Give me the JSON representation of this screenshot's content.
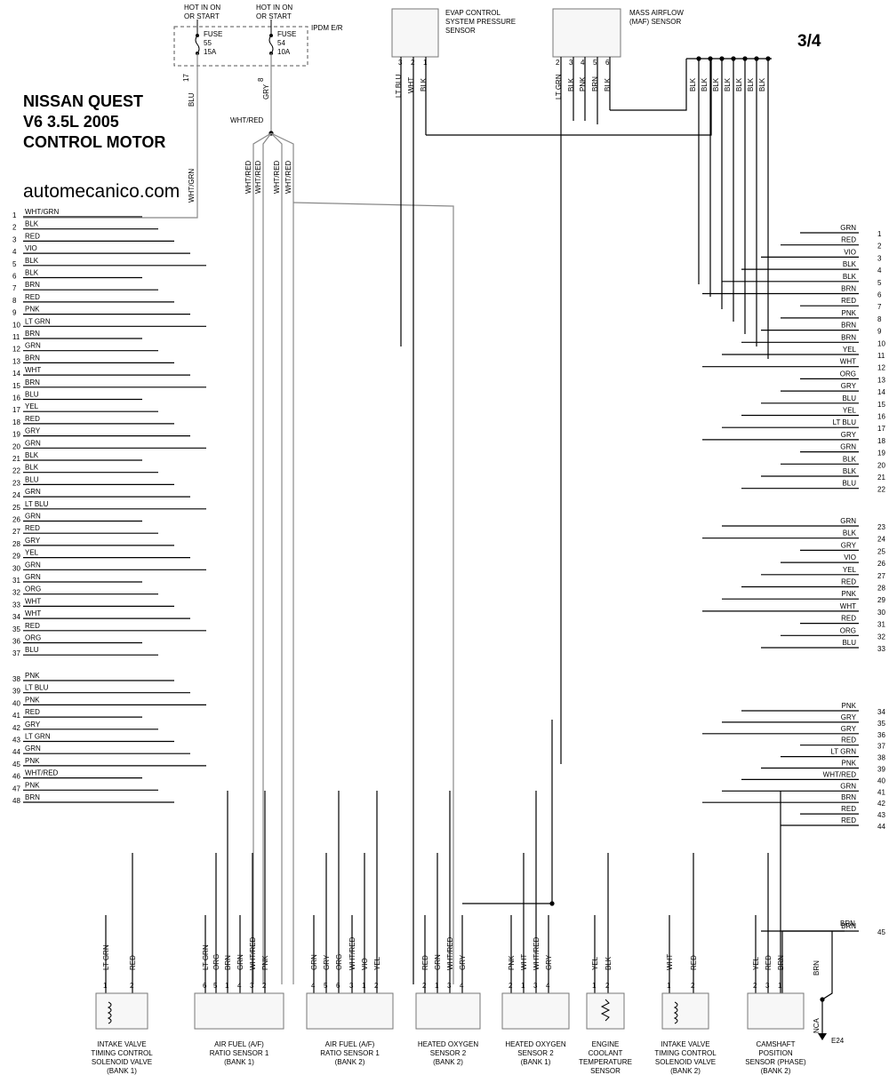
{
  "title": {
    "line1": "NISSAN QUEST",
    "line2": "V6 3.5L 2005",
    "line3": "CONTROL MOTOR"
  },
  "site": "automecanico.com",
  "page_indicator": "3/4",
  "power": {
    "hot_label_1": "HOT IN ON",
    "hot_label_2": "OR START",
    "fuse_label": "FUSE",
    "fuse1_no": "55",
    "fuse1_amp": "15A",
    "fuse2_no": "54",
    "fuse2_amp": "10A",
    "ipdm": "IPDM E/R",
    "pin17": "17",
    "pin8": "8",
    "wire_blu": "BLU",
    "wire_gry": "GRY",
    "wire_whtgrn": "WHT/GRN",
    "wire_whtred": "WHT/RED"
  },
  "left_pins": [
    {
      "n": "1",
      "c": "WHT/GRN"
    },
    {
      "n": "2",
      "c": "BLK"
    },
    {
      "n": "3",
      "c": "RED"
    },
    {
      "n": "4",
      "c": "VIO"
    },
    {
      "n": "5",
      "c": "BLK"
    },
    {
      "n": "6",
      "c": "BLK"
    },
    {
      "n": "7",
      "c": "BRN"
    },
    {
      "n": "8",
      "c": "RED"
    },
    {
      "n": "9",
      "c": "PNK"
    },
    {
      "n": "10",
      "c": "LT GRN"
    },
    {
      "n": "11",
      "c": "BRN"
    },
    {
      "n": "12",
      "c": "GRN"
    },
    {
      "n": "13",
      "c": "BRN"
    },
    {
      "n": "14",
      "c": "WHT"
    },
    {
      "n": "15",
      "c": "BRN"
    },
    {
      "n": "16",
      "c": "BLU"
    },
    {
      "n": "17",
      "c": "YEL"
    },
    {
      "n": "18",
      "c": "RED"
    },
    {
      "n": "19",
      "c": "GRY"
    },
    {
      "n": "20",
      "c": "GRN"
    },
    {
      "n": "21",
      "c": "BLK"
    },
    {
      "n": "22",
      "c": "BLK"
    },
    {
      "n": "23",
      "c": "BLU"
    },
    {
      "n": "24",
      "c": "GRN"
    },
    {
      "n": "25",
      "c": "LT BLU"
    },
    {
      "n": "26",
      "c": "GRN"
    },
    {
      "n": "27",
      "c": "RED"
    },
    {
      "n": "28",
      "c": "GRY"
    },
    {
      "n": "29",
      "c": "YEL"
    },
    {
      "n": "30",
      "c": "GRN"
    },
    {
      "n": "31",
      "c": "GRN"
    },
    {
      "n": "32",
      "c": "ORG"
    },
    {
      "n": "33",
      "c": "WHT"
    },
    {
      "n": "34",
      "c": "WHT"
    },
    {
      "n": "35",
      "c": "RED"
    },
    {
      "n": "36",
      "c": "ORG"
    },
    {
      "n": "37",
      "c": "BLU"
    },
    {
      "n": "38",
      "c": "PNK"
    },
    {
      "n": "39",
      "c": "LT BLU"
    },
    {
      "n": "40",
      "c": "PNK"
    },
    {
      "n": "41",
      "c": "RED"
    },
    {
      "n": "42",
      "c": "GRY"
    },
    {
      "n": "43",
      "c": "LT GRN"
    },
    {
      "n": "44",
      "c": "GRN"
    },
    {
      "n": "45",
      "c": "PNK"
    },
    {
      "n": "46",
      "c": "WHT/RED"
    },
    {
      "n": "47",
      "c": "PNK"
    },
    {
      "n": "48",
      "c": "BRN"
    }
  ],
  "right_pins": [
    {
      "n": "1",
      "c": "GRN"
    },
    {
      "n": "2",
      "c": "RED"
    },
    {
      "n": "3",
      "c": "VIO"
    },
    {
      "n": "4",
      "c": "BLK"
    },
    {
      "n": "5",
      "c": "BLK"
    },
    {
      "n": "6",
      "c": "BRN"
    },
    {
      "n": "7",
      "c": "RED"
    },
    {
      "n": "8",
      "c": "PNK"
    },
    {
      "n": "9",
      "c": "BRN"
    },
    {
      "n": "10",
      "c": "BRN"
    },
    {
      "n": "11",
      "c": "YEL"
    },
    {
      "n": "12",
      "c": "WHT"
    },
    {
      "n": "13",
      "c": "ORG"
    },
    {
      "n": "14",
      "c": "GRY"
    },
    {
      "n": "15",
      "c": "BLU"
    },
    {
      "n": "16",
      "c": "YEL"
    },
    {
      "n": "17",
      "c": "LT BLU"
    },
    {
      "n": "18",
      "c": "GRY"
    },
    {
      "n": "19",
      "c": "GRN"
    },
    {
      "n": "20",
      "c": "BLK"
    },
    {
      "n": "21",
      "c": "BLK"
    },
    {
      "n": "22",
      "c": "BLU"
    },
    {
      "n": "23",
      "c": "GRN"
    },
    {
      "n": "24",
      "c": "BLK"
    },
    {
      "n": "25",
      "c": "GRY"
    },
    {
      "n": "26",
      "c": "VIO"
    },
    {
      "n": "27",
      "c": "YEL"
    },
    {
      "n": "28",
      "c": "RED"
    },
    {
      "n": "29",
      "c": "PNK"
    },
    {
      "n": "30",
      "c": "WHT"
    },
    {
      "n": "31",
      "c": "RED"
    },
    {
      "n": "32",
      "c": "ORG"
    },
    {
      "n": "33",
      "c": "BLU"
    },
    {
      "n": "34",
      "c": "PNK"
    },
    {
      "n": "35",
      "c": "GRY"
    },
    {
      "n": "36",
      "c": "GRY"
    },
    {
      "n": "37",
      "c": "RED"
    },
    {
      "n": "38",
      "c": "LT GRN"
    },
    {
      "n": "39",
      "c": "PNK"
    },
    {
      "n": "40",
      "c": "WHT/RED"
    },
    {
      "n": "41",
      "c": "GRN"
    },
    {
      "n": "42",
      "c": "BRN"
    },
    {
      "n": "43",
      "c": "RED"
    },
    {
      "n": "44",
      "c": "RED"
    },
    {
      "n": "45",
      "c": "BRN"
    }
  ],
  "evap": {
    "lines": [
      "EVAP CONTROL",
      "SYSTEM PRESSURE",
      "SENSOR"
    ],
    "pins": [
      "3",
      "2",
      "1"
    ],
    "wires": [
      "LT BLU",
      "WHT",
      "BLK"
    ]
  },
  "maf": {
    "lines": [
      "MASS AIRFLOW",
      "(MAF) SENSOR"
    ],
    "pins": [
      "2",
      "3",
      "4",
      "5",
      "6"
    ],
    "wires": [
      "LT GRN",
      "BLK",
      "PNK",
      "BRN",
      "BLK"
    ]
  },
  "ground_wires": [
    "BLK",
    "BLK",
    "BLK",
    "BLK",
    "BLK",
    "BLK",
    "BLK"
  ],
  "components": [
    {
      "lines": [
        "INTAKE VALVE",
        "TIMING CONTROL",
        "SOLENOID VALVE",
        "(BANK 1)"
      ],
      "pins": [
        "1",
        "2"
      ],
      "wires": [
        "LT GRN",
        "RED"
      ]
    },
    {
      "lines": [
        "AIR FUEL (A/F)",
        "RATIO SENSOR 1",
        "(BANK 1)"
      ],
      "pins": [
        "6",
        "5",
        "1",
        "4",
        "3",
        "2"
      ],
      "wires": [
        "LT GRN",
        "ORG",
        "BRN",
        "GRN",
        "WHT/RED",
        "PNK"
      ]
    },
    {
      "lines": [
        "AIR FUEL (A/F)",
        "RATIO SENSOR 1",
        "(BANK 2)"
      ],
      "pins": [
        "4",
        "5",
        "6",
        "3",
        "1",
        "2"
      ],
      "wires": [
        "GRN",
        "GRY",
        "ORG",
        "WHT/RED",
        "VIO",
        "YEL"
      ]
    },
    {
      "lines": [
        "HEATED OXYGEN",
        "SENSOR 2",
        "(BANK 2)"
      ],
      "pins": [
        "2",
        "1",
        "3",
        "4"
      ],
      "wires": [
        "RED",
        "GRN",
        "WHT/RED",
        "GRY"
      ]
    },
    {
      "lines": [
        "HEATED OXYGEN",
        "SENSOR 2",
        "(BANK 1)"
      ],
      "pins": [
        "2",
        "1",
        "3",
        "4"
      ],
      "wires": [
        "PNK",
        "WHT",
        "WHT/RED",
        "GRY"
      ]
    },
    {
      "lines": [
        "ENGINE",
        "COOLANT",
        "TEMPERATURE",
        "SENSOR"
      ],
      "pins": [
        "1",
        "2"
      ],
      "wires": [
        "YEL",
        "BLK"
      ]
    },
    {
      "lines": [
        "INTAKE VALVE",
        "TIMING CONTROL",
        "SOLENOID VALVE",
        "(BANK 2)"
      ],
      "pins": [
        "1",
        "2"
      ],
      "wires": [
        "WHT",
        "RED"
      ]
    },
    {
      "lines": [
        "CAMSHAFT",
        "POSITION",
        "SENSOR (PHASE)",
        "(BANK 2)"
      ],
      "pins": [
        "2",
        "3",
        "1"
      ],
      "wires": [
        "YEL",
        "RED",
        "BRN"
      ]
    }
  ],
  "ground": {
    "wire": "BRN",
    "nca": "NCA",
    "id": "E24"
  }
}
